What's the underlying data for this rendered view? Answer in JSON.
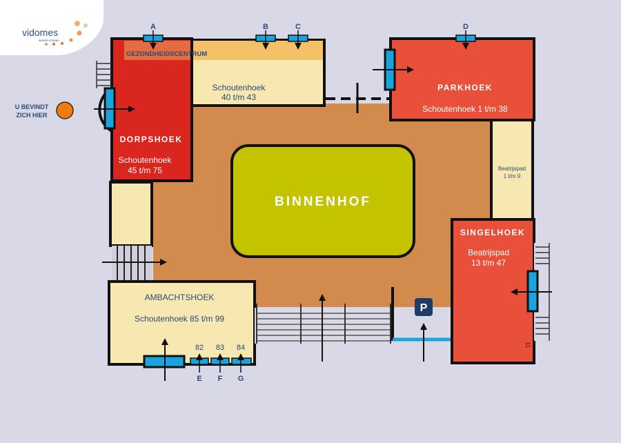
{
  "logo": {
    "text": "vidomes",
    "tagline": "wonen is leven"
  },
  "you_are_here": {
    "line1": "U BEVINDT",
    "line2": "ZICH HIER"
  },
  "buildings": {
    "gezondheidscentrum": {
      "name": "GEZONDHEIDSCENTRUM"
    },
    "dorpshoek": {
      "name": "DORPSHOEK",
      "street": "Schoutenhoek",
      "range": "45 t/m 75"
    },
    "schoutenhoek_top": {
      "street": "Schoutenhoek",
      "range": "40 t/m 43"
    },
    "parkhoek": {
      "name": "PARKHOEK",
      "address": "Schoutenhoek 1 t/m 38"
    },
    "beatrijspad_small": {
      "street": "Beatrijspad",
      "range": "1 t/m 9"
    },
    "singelhoek": {
      "name": "SINGELHOEK",
      "street": "Beatrijspad",
      "range": "13 t/m 47",
      "number": "11"
    },
    "ambachtshoek": {
      "name": "AMBACHTSHOEK",
      "address": "Schoutenhoek 85 t/m 99"
    },
    "binnenhof": {
      "name": "BINNENHOF"
    }
  },
  "entrances": {
    "A": "A",
    "B": "B",
    "C": "C",
    "D": "D",
    "E": "E",
    "F": "F",
    "G": "G",
    "num_82": "82",
    "num_83": "83",
    "num_84": "84"
  },
  "parking": {
    "label": "P"
  },
  "colors": {
    "background": "#d8d8e6",
    "courtyard": "#d38a4d",
    "dorpshoek": "#d9261f",
    "parkhoek_singelhoek": "#e8503a",
    "pale_building": "#f7e7b1",
    "gezondheidscentrum": "#f5c168",
    "binnenhof": "#c3c300",
    "entrance_blue": "#1aa3dc",
    "parking": "#1e3b63",
    "label_blue": "#2a4a7a",
    "orange_dot": "#f07c10"
  }
}
